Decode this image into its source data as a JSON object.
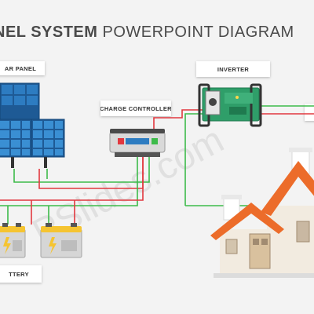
{
  "title": {
    "bold_part": "NEL SYSTEM",
    "thin_part": "POWERPOINT DIAGRAM"
  },
  "labels": {
    "solar_panel": "AR PANEL",
    "inverter": "INVERTER",
    "charge_controller": "CHARGE CONTROLLER",
    "battery": "TTERY"
  },
  "watermark": "PSlides.com",
  "colors": {
    "wire_green": "#3dbb4a",
    "wire_red": "#e2383f",
    "roof_orange": "#ec6c2a",
    "panel_blue": "#2d7cc1"
  }
}
